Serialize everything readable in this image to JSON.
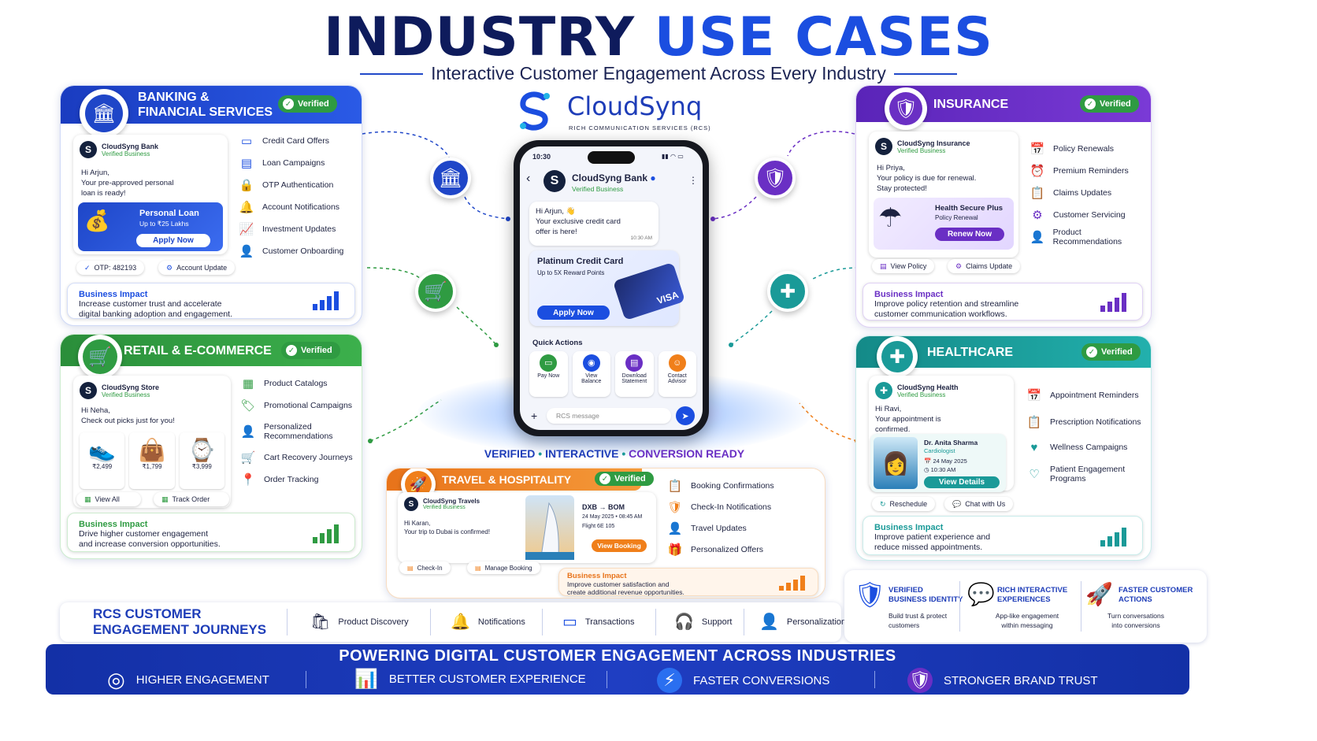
{
  "header": {
    "title_part1": "INDUSTRY",
    "title_part2": "USE CASES",
    "subtitle": "Interactive Customer Engagement Across Every Industry"
  },
  "brand": {
    "name": "CloudSynq",
    "tagline": "RICH COMMUNICATION SERVICES (RCS)"
  },
  "verified_label": "Verified",
  "banking": {
    "title_line1": "BANKING &",
    "title_line2": "FINANCIAL SERVICES",
    "color": "#1f46c8",
    "biz_name": "CloudSyng Bank",
    "biz_verified": "Verified Business",
    "msg_line1": "Hi Arjun,",
    "msg_line2": "Your pre-approved personal",
    "msg_line3": "loan is ready!",
    "offer_title": "Personal Loan",
    "offer_sub": "Up to ₹25 Lakhs",
    "offer_btn": "Apply Now",
    "chip1": "OTP: 482193",
    "chip2": "Account Update",
    "features": [
      "Credit Card Offers",
      "Loan Campaigns",
      "OTP Authentication",
      "Account Notifications",
      "Investment Updates",
      "Customer Onboarding"
    ],
    "impact_title": "Business Impact",
    "impact_line1": "Increase customer trust and accelerate",
    "impact_line2": "digital banking adoption and engagement."
  },
  "retail": {
    "title": "RETAIL & E-COMMERCE",
    "color": "#2f9b42",
    "biz_name": "CloudSyng Store",
    "biz_verified": "Verified Business",
    "msg_line1": "Hi Neha,",
    "msg_line2": "Check out picks just for you!",
    "prices": [
      "₹2,499",
      "₹1,799",
      "₹3,999"
    ],
    "chip1": "View All",
    "chip2": "Track Order",
    "features": [
      "Product Catalogs",
      "Promotional Campaigns",
      "Personalized",
      "Cart Recovery Journeys",
      "Order Tracking"
    ],
    "feature3_line2": "Recommendations",
    "impact_title": "Business Impact",
    "impact_line1": "Drive higher customer engagement",
    "impact_line2": "and increase conversion opportunities."
  },
  "insurance": {
    "title": "INSURANCE",
    "color": "#6a2fc4",
    "biz_name": "CloudSyng Insurance",
    "biz_verified": "Verified Business",
    "msg_line1": "Hi Priya,",
    "msg_line2": "Your policy is due for renewal.",
    "msg_line3": "Stay protected!",
    "offer_title": "Health Secure Plus",
    "offer_sub": "Policy Renewal",
    "offer_btn": "Renew Now",
    "chip1": "View Policy",
    "chip2": "Claims Update",
    "features": [
      "Policy Renewals",
      "Premium Reminders",
      "Claims Updates",
      "Customer Servicing",
      "Product Recommendations"
    ],
    "impact_title": "Business Impact",
    "impact_line1": "Improve policy retention and streamline",
    "impact_line2": "customer communication workflows."
  },
  "healthcare": {
    "title": "HEALTHCARE",
    "color": "#1a9a98",
    "biz_name": "CloudSyng Health",
    "biz_verified": "Verified Business",
    "msg_line1": "Hi Ravi,",
    "msg_line2": "Your appointment is",
    "msg_line3": "confirmed.",
    "doctor": "Dr. Anita Sharma",
    "specialty": "Cardiologist",
    "date": "24 May 2025",
    "time": "10:30 AM",
    "offer_btn": "View Details",
    "chip1": "Reschedule",
    "chip2": "Chat with Us",
    "features": [
      "Appointment Reminders",
      "Prescription Notifications",
      "Wellness Campaigns",
      "Patient Engagement"
    ],
    "feature4_line2": "Programs",
    "impact_title": "Business Impact",
    "impact_line1": "Improve patient experience and",
    "impact_line2": "reduce missed appointments."
  },
  "travel": {
    "title": "TRAVEL & HOSPITALITY",
    "color": "#f07f1a",
    "biz_name": "CloudSyng Travels",
    "biz_verified": "Verified Business",
    "msg_line1": "Hi Karan,",
    "msg_line2": "Your trip to Dubai is confirmed!",
    "route": "DXB → BOM",
    "flight_date": "24 May 2025 • 08:45 AM",
    "flight_no": "Flight 6E 105",
    "offer_btn": "View Booking",
    "chip1": "Check-In",
    "chip2": "Manage Booking",
    "features": [
      "Booking Confirmations",
      "Check-In Notifications",
      "Travel Updates",
      "Personalized Offers"
    ],
    "impact_title": "Business Impact",
    "impact_line1": "Improve customer satisfaction and",
    "impact_line2": "create additional revenue opportunities."
  },
  "phone": {
    "time": "10:30",
    "biz_name": "CloudSyng Bank",
    "biz_verified": "Verified Business",
    "msg_line1": "Hi Arjun, 👋",
    "msg_line2": "Your exclusive credit card",
    "msg_line3": "offer is here!",
    "msg_time": "10:30 AM",
    "card_title": "Platinum Credit Card",
    "card_sub": "Up to 5X Reward Points",
    "card_btn": "Apply Now",
    "card_brand": "VISA",
    "quick_actions": "Quick Actions",
    "actions": [
      {
        "l1": "Pay Now",
        "l2": ""
      },
      {
        "l1": "View",
        "l2": "Balance"
      },
      {
        "l1": "Download",
        "l2": "Statement"
      },
      {
        "l1": "Contact",
        "l2": "Advisor"
      }
    ],
    "input_placeholder": "RCS message"
  },
  "tagline": {
    "w1": "VERIFIED",
    "w2": "INTERACTIVE",
    "w3": "CONVERSION READY"
  },
  "journeys": {
    "title_line1": "RCS CUSTOMER",
    "title_line2": "ENGAGEMENT JOURNEYS",
    "items": [
      "Product Discovery",
      "Notifications",
      "Transactions",
      "Support",
      "Personalization"
    ]
  },
  "badges": [
    {
      "t1": "VERIFIED",
      "t2": "BUSINESS IDENTITY",
      "d1": "Build trust & protect",
      "d2": "customers"
    },
    {
      "t1": "RICH INTERACTIVE",
      "t2": "EXPERIENCES",
      "d1": "App-like engagement",
      "d2": "within messaging"
    },
    {
      "t1": "FASTER CUSTOMER",
      "t2": "ACTIONS",
      "d1": "Turn conversations",
      "d2": "into conversions"
    }
  ],
  "footer": {
    "title": "POWERING DIGITAL CUSTOMER ENGAGEMENT ACROSS INDUSTRIES",
    "items": [
      "HIGHER ENGAGEMENT",
      "BETTER CUSTOMER EXPERIENCE",
      "FASTER CONVERSIONS",
      "STRONGER BRAND TRUST"
    ]
  }
}
